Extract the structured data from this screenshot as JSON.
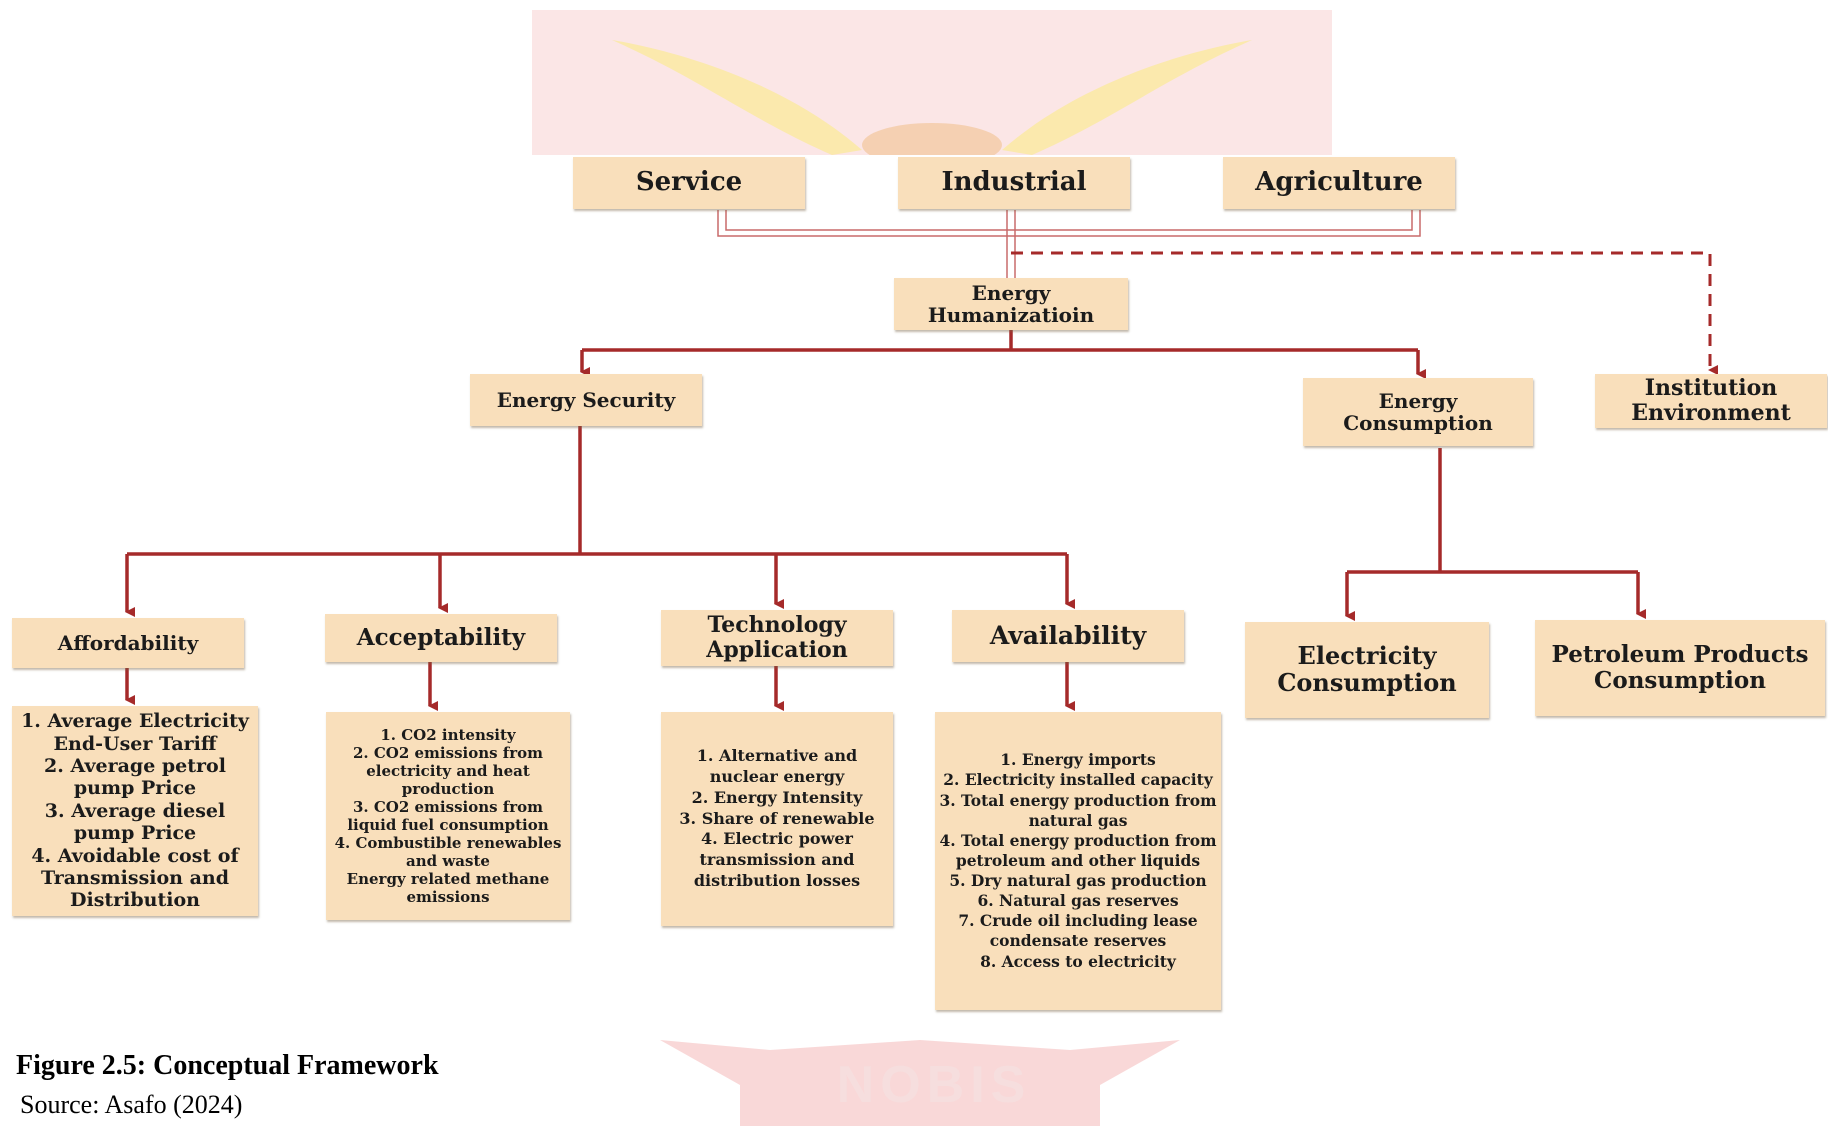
{
  "watermark": {
    "text": "NOBIS",
    "colors": {
      "banner": "#f4b8b8",
      "wing": "#fbe9a6",
      "text": "#f6dede"
    }
  },
  "colors": {
    "box_fill": "#f9dfbb",
    "connector": "#a52a2a",
    "text": "#1b1b1b"
  },
  "sectors": {
    "service": "Service",
    "industrial": "Industrial",
    "agriculture": "Agriculture"
  },
  "hub": "Energy Humanizatioin",
  "branches": {
    "energy_security": "Energy Security",
    "energy_consumption": "Energy Consumption",
    "institution_environment": "Institution Environment"
  },
  "security_dimensions": [
    {
      "title": "Affordability",
      "indicators": [
        "1. Average Electricity End-User Tariff",
        "2.  Average petrol pump Price",
        "3. Average diesel pump Price",
        "4. Avoidable cost of Transmission and Distribution"
      ]
    },
    {
      "title": "Acceptability",
      "indicators": [
        "1. CO2 intensity",
        "2. CO2 emissions from electricity and heat production",
        "3. CO2 emissions from liquid fuel consumption",
        "4.    Combustible renewables and waste",
        "Energy related methane emissions"
      ]
    },
    {
      "title": "Technology Application",
      "indicators": [
        "1. Alternative and nuclear energy",
        "2.    Energy Intensity",
        "3.    Share of renewable",
        "4.   Electric power transmission and distribution losses"
      ]
    },
    {
      "title": "Availability",
      "indicators": [
        "1. Energy imports",
        "2. Electricity installed capacity",
        "3. Total energy production from natural gas",
        "4. Total energy production from petroleum and other liquids",
        "5.  Dry natural gas production",
        "6. Natural gas reserves",
        "7. Crude oil including lease condensate reserves",
        "8. Access to electricity"
      ]
    }
  ],
  "consumption_types": {
    "electricity": "Electricity Consumption",
    "petroleum": "Petroleum Products Consumption"
  },
  "caption": {
    "title": "Figure 2.5: Conceptual Framework",
    "source": "Source: Asafo (2024)"
  }
}
